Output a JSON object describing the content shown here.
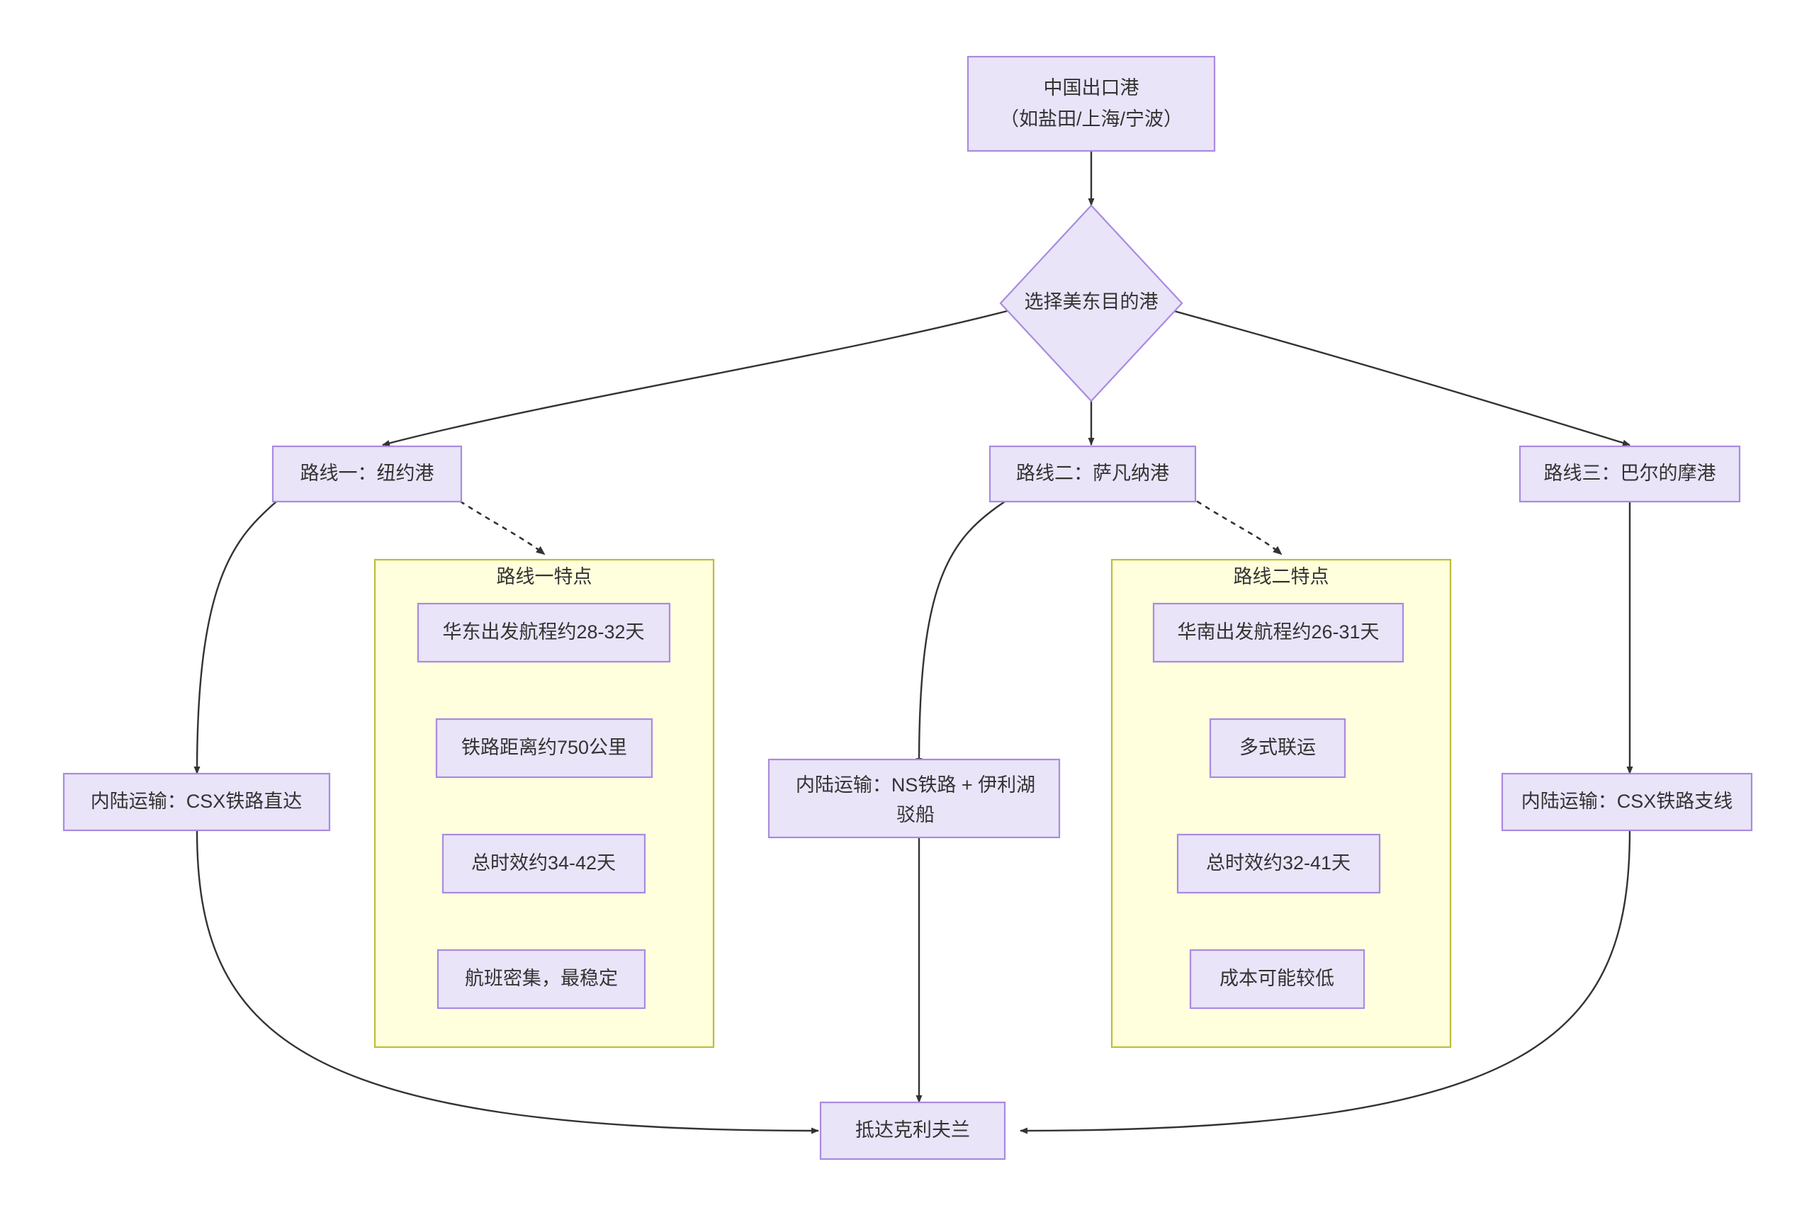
{
  "diagram": {
    "type": "flowchart",
    "direction": "top-down",
    "palette": {
      "node_fill": "#e9e4f8",
      "node_stroke": "#aa8ae0",
      "cluster_fill": "#ffffdd",
      "cluster_stroke": "#bdbd3d",
      "edge_stroke": "#333333",
      "text": "#333333",
      "background": "#ffffff"
    },
    "nodes": {
      "origin": {
        "label_line1": "中国出口港",
        "label_line2": "（如盐田/上海/宁波）",
        "shape": "rect"
      },
      "decision": {
        "label": "选择美东目的港",
        "shape": "diamond"
      },
      "route1": {
        "label": "路线一：纽约港",
        "shape": "rect"
      },
      "route2": {
        "label": "路线二：萨凡纳港",
        "shape": "rect"
      },
      "route3": {
        "label": "路线三：巴尔的摩港",
        "shape": "rect"
      },
      "inland1": {
        "label": "内陆运输：CSX铁路直达",
        "shape": "rect"
      },
      "inland2_line1": {
        "label": "内陆运输：NS铁路 + 伊利湖"
      },
      "inland2_line2": {
        "label": "驳船"
      },
      "inland3": {
        "label": "内陆运输：CSX铁路支线",
        "shape": "rect"
      },
      "arrival": {
        "label": "抵达克利夫兰",
        "shape": "rect"
      }
    },
    "clusters": [
      {
        "id": "cluster-route1",
        "title": "路线一特点",
        "items": [
          "华东出发航程约28-32天",
          "铁路距离约750公里",
          "总时效约34-42天",
          "航班密集，最稳定"
        ]
      },
      {
        "id": "cluster-route2",
        "title": "路线二特点",
        "items": [
          "华南出发航程约26-31天",
          "多式联运",
          "总时效约32-41天",
          "成本可能较低"
        ]
      }
    ],
    "edges": [
      {
        "from": "origin",
        "to": "decision",
        "style": "solid",
        "arrow": true
      },
      {
        "from": "decision",
        "to": "route1",
        "style": "solid",
        "arrow": true
      },
      {
        "from": "decision",
        "to": "route2",
        "style": "solid",
        "arrow": true
      },
      {
        "from": "decision",
        "to": "route3",
        "style": "solid",
        "arrow": true
      },
      {
        "from": "route1",
        "to": "inland1",
        "style": "solid",
        "arrow": true
      },
      {
        "from": "route1",
        "to": "cluster-route1",
        "style": "dotted",
        "arrow": true
      },
      {
        "from": "route2",
        "to": "inland2",
        "style": "solid",
        "arrow": true
      },
      {
        "from": "route2",
        "to": "cluster-route2",
        "style": "dotted",
        "arrow": true
      },
      {
        "from": "route3",
        "to": "inland3",
        "style": "solid",
        "arrow": true
      },
      {
        "from": "inland1",
        "to": "arrival",
        "style": "solid",
        "arrow": true
      },
      {
        "from": "inland2",
        "to": "arrival",
        "style": "solid",
        "arrow": true
      },
      {
        "from": "inland3",
        "to": "arrival",
        "style": "solid",
        "arrow": true
      }
    ]
  }
}
